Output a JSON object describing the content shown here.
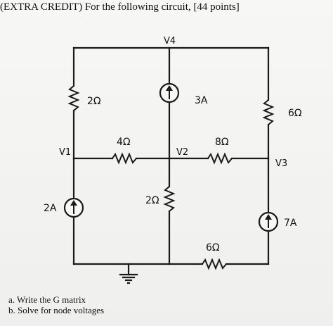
{
  "header": "(EXTRA CREDIT) For the following circuit, [44 points]",
  "nodes": {
    "v1": "V1",
    "v2": "V2",
    "v3": "V3",
    "v4": "V4"
  },
  "resistors": {
    "r_left_top": "2Ω",
    "r_v1_v2": "4Ω",
    "r_v2_ground": "2Ω",
    "r_v2_v3": "8Ω",
    "r_right_top": "6Ω",
    "r_bottom_right": "6Ω"
  },
  "sources": {
    "i_left": "2A",
    "i_middle_top": "3A",
    "i_right": "7A"
  },
  "questions": [
    "a.   Write the G matrix",
    "b.   Solve for node voltages"
  ]
}
